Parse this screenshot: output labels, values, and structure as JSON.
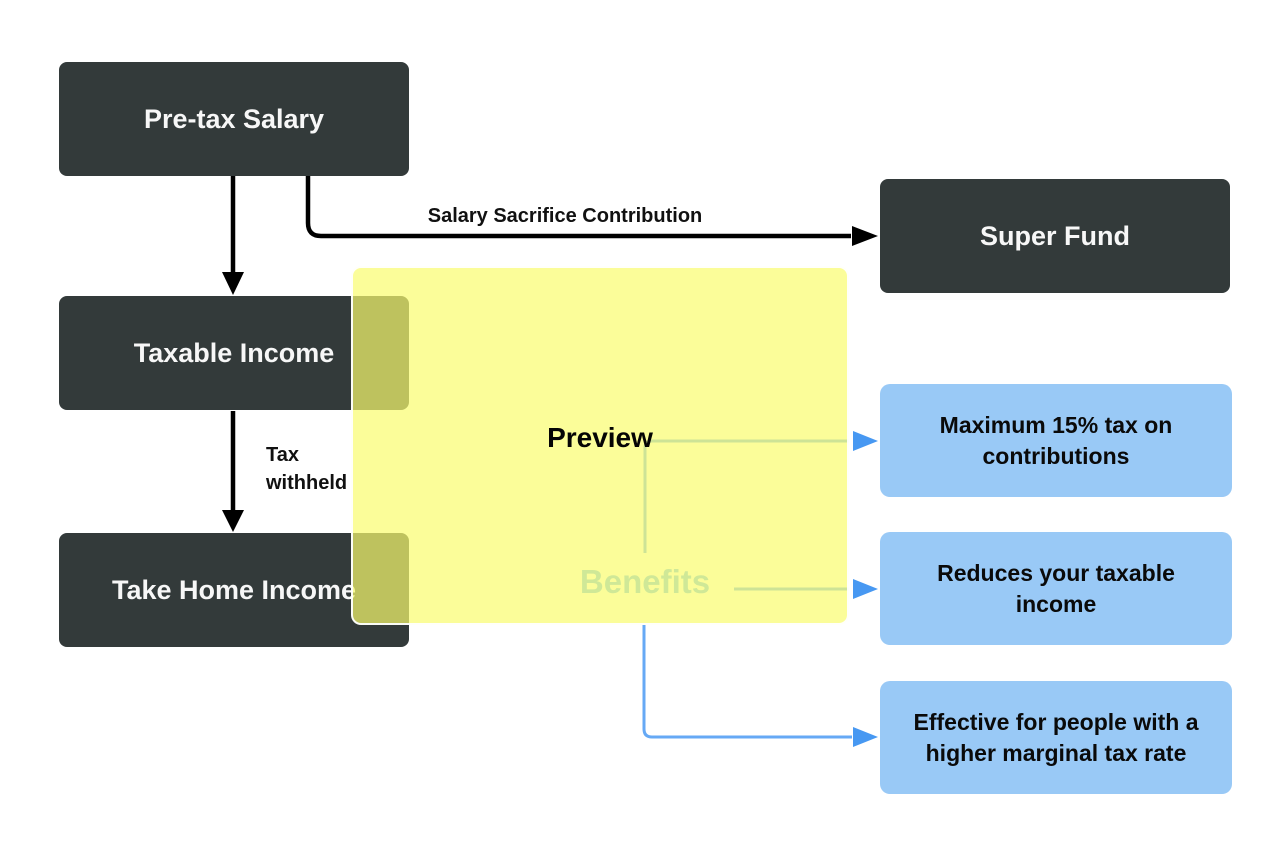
{
  "nodes": {
    "pretax": {
      "label": "Pre-tax Salary"
    },
    "taxable": {
      "label": "Taxable Income"
    },
    "takehome": {
      "label": "Take Home Income"
    },
    "superfund": {
      "label": "Super Fund"
    },
    "benefits": {
      "label": "Benefits"
    }
  },
  "benefit_boxes": [
    {
      "label": "Maximum 15% tax on\ncontributions"
    },
    {
      "label": "Reduces your taxable\nincome"
    },
    {
      "label": "Effective for people with a\nhigher marginal tax rate"
    }
  ],
  "edge_labels": {
    "salary_sacrifice": "Salary Sacrifice Contribution",
    "tax_withheld": "Tax withheld"
  },
  "overlay": {
    "label": "Preview"
  },
  "colors": {
    "node_dark_fill": "#333a3a",
    "node_dark_text": "#f7f7f7",
    "benefit_box_fill": "#99c9f6",
    "benefit_box_text": "#0a0a0a",
    "connector_blue_line": "#66a9f5",
    "connector_blue_arrow": "#4798f2",
    "benefits_text_blue": "#6cb8f8",
    "overlay_yellow": "rgba(250,252,110,0.7)",
    "overlay_border": "#ffffff",
    "black_connector": "#000000"
  }
}
